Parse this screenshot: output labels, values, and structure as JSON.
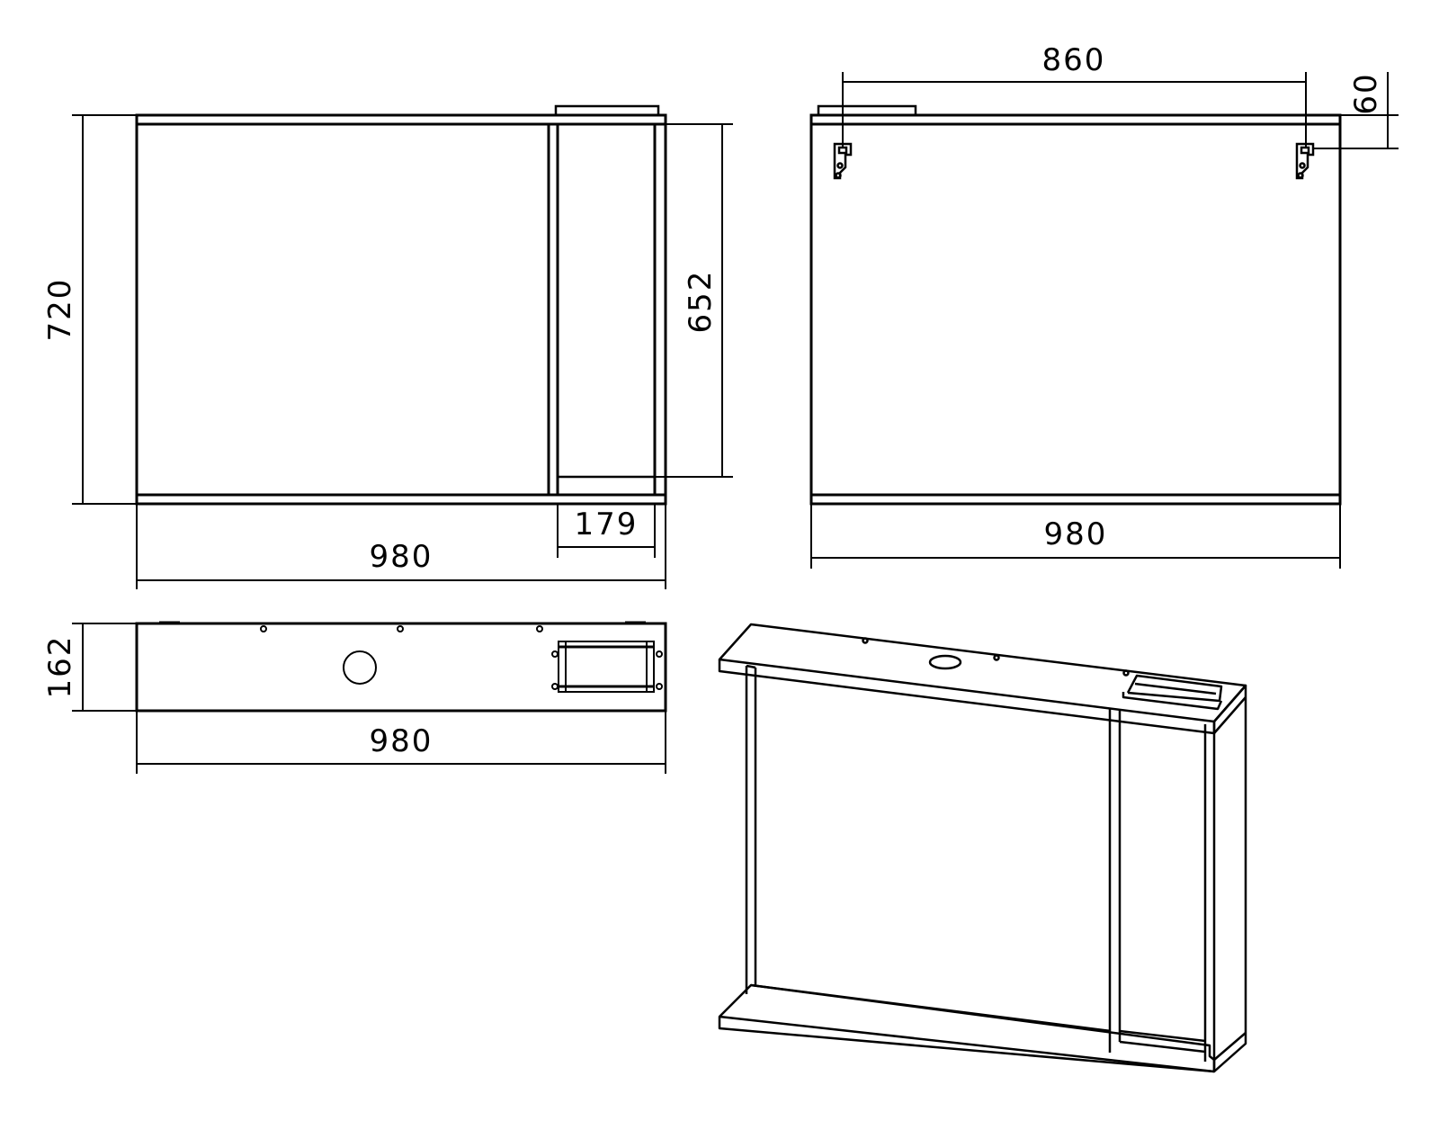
{
  "colors": {
    "line": "#000000",
    "background": "#ffffff"
  },
  "front_view": {
    "height": "720",
    "inner_height": "652",
    "shelf_width": "179",
    "width": "980"
  },
  "back_view": {
    "hanger_spacing": "860",
    "hanger_offset": "60",
    "width": "980"
  },
  "top_view": {
    "depth": "162",
    "width": "980"
  }
}
